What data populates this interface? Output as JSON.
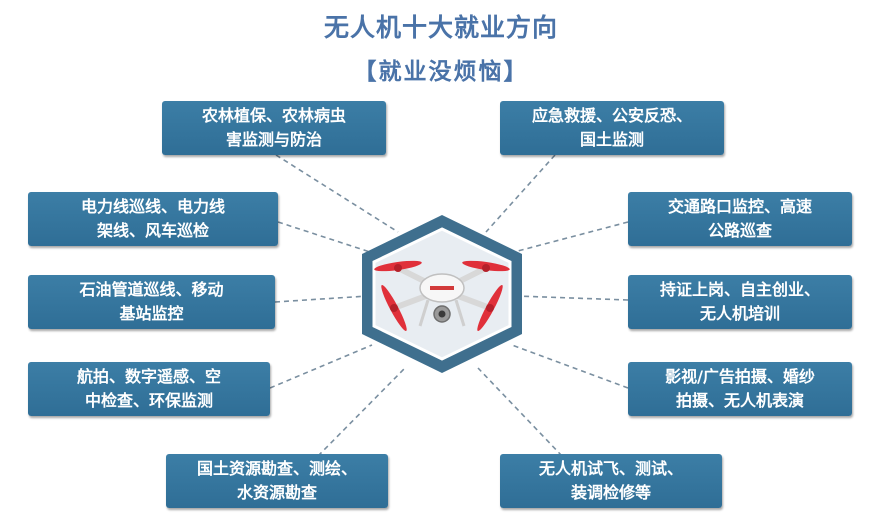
{
  "title": "无人机十大就业方向",
  "subtitle": "【就业没烦恼】",
  "colors": {
    "title": "#4a73a8",
    "box": "#3577a0",
    "hexagon_outer": "#3f6f8e",
    "hexagon_inner_border": "#ffffff",
    "connector": "#7a8fa0"
  },
  "center_icon": "drone-icon",
  "careers": [
    {
      "lines": [
        "农林植保、农林病虫",
        "害监测与防治"
      ]
    },
    {
      "lines": [
        "应急救援、公安反恐、",
        "国土监测"
      ]
    },
    {
      "lines": [
        "电力线巡线、电力线",
        "架线、风车巡检"
      ]
    },
    {
      "lines": [
        "交通路口监控、高速",
        "公路巡查"
      ]
    },
    {
      "lines": [
        "石油管道巡线、移动",
        "基站监控"
      ]
    },
    {
      "lines": [
        "持证上岗、自主创业、",
        "无人机培训"
      ]
    },
    {
      "lines": [
        "航拍、数字遥感、空",
        "中检查、环保监测"
      ]
    },
    {
      "lines": [
        "影视/广告拍摄、婚纱",
        "拍摄、无人机表演"
      ]
    },
    {
      "lines": [
        "国土资源勘查、测绘、",
        "水资源勘查"
      ]
    },
    {
      "lines": [
        "无人机试飞、测试、",
        "装调检修等"
      ]
    }
  ]
}
